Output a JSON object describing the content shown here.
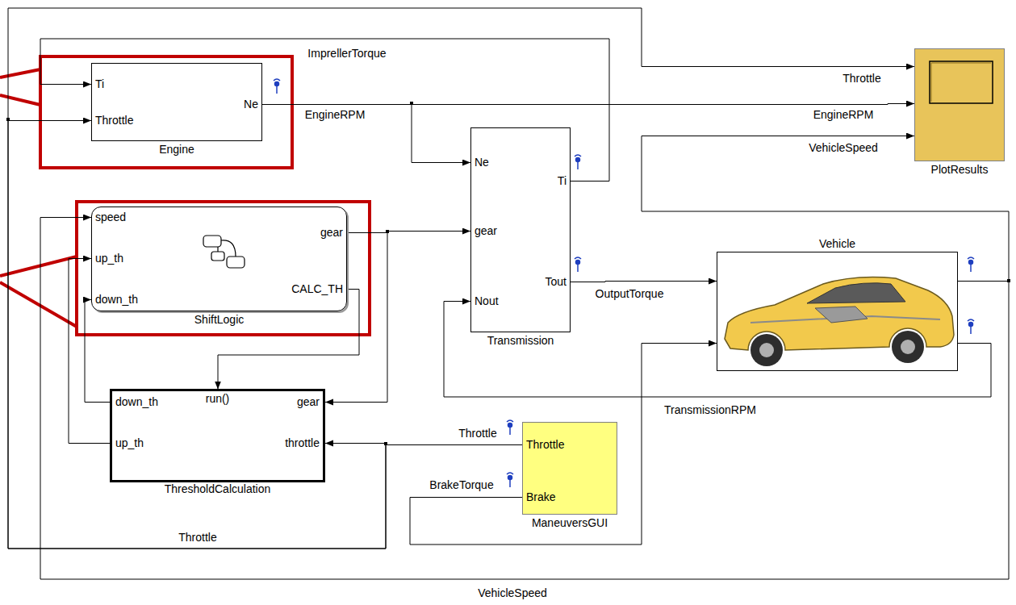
{
  "diagram": {
    "nodes": [
      {
        "text": [
          "Ti",
          "Throttle",
          "Ne",
          "Engine"
        ]
      },
      {
        "text": [
          "speed",
          "up_th",
          "down_th",
          "gear",
          "CALC_TH",
          "ShiftLogic"
        ]
      },
      {
        "text": [
          "Ne",
          "gear",
          "Nout",
          "Ti",
          "Tout",
          "Transmission"
        ]
      },
      {
        "text": [
          "run()",
          "down_th",
          "up_th",
          "gear",
          "throttle",
          "ThresholdCalculation"
        ]
      },
      {
        "text": [
          "Throttle",
          "Brake",
          "ManeuversGUI"
        ]
      },
      {
        "text": [
          "PlotResults"
        ]
      },
      {
        "text": [
          "Vehicle"
        ]
      }
    ],
    "edges": [
      {
        "from": 0,
        "to": 2,
        "arrow": "to",
        "label": "EngineRPM"
      },
      {
        "from": 0,
        "to": 5,
        "arrow": "to",
        "label": "EngineRPM"
      },
      {
        "from": 2,
        "to": 0,
        "arrow": "to",
        "label": "ImprellerTorque"
      },
      {
        "from": 1,
        "to": 2,
        "arrow": "to"
      },
      {
        "from": 1,
        "to": 3,
        "arrow": "to"
      },
      {
        "from": 1,
        "to": 3,
        "arrow": "to"
      },
      {
        "from": 3,
        "to": 1,
        "arrow": "to"
      },
      {
        "from": 3,
        "to": 1,
        "arrow": "to"
      },
      {
        "from": 4,
        "to": 3,
        "arrow": "to",
        "label": "Throttle"
      },
      {
        "from": 4,
        "to": 0,
        "arrow": "to",
        "label": "Throttle"
      },
      {
        "from": 4,
        "to": 5,
        "arrow": "to",
        "label": "Throttle"
      },
      {
        "from": 4,
        "to": 6,
        "arrow": "to",
        "label": "BrakeTorque"
      },
      {
        "from": 2,
        "to": 6,
        "arrow": "to",
        "label": "OutputTorque"
      },
      {
        "from": 6,
        "to": 2,
        "arrow": "to",
        "label": "TransmissionRPM"
      },
      {
        "from": 6,
        "to": 1,
        "arrow": "to",
        "label": "VehicleSpeed"
      },
      {
        "from": 6,
        "to": 5,
        "arrow": "to",
        "label": "VehicleSpeed"
      }
    ]
  }
}
